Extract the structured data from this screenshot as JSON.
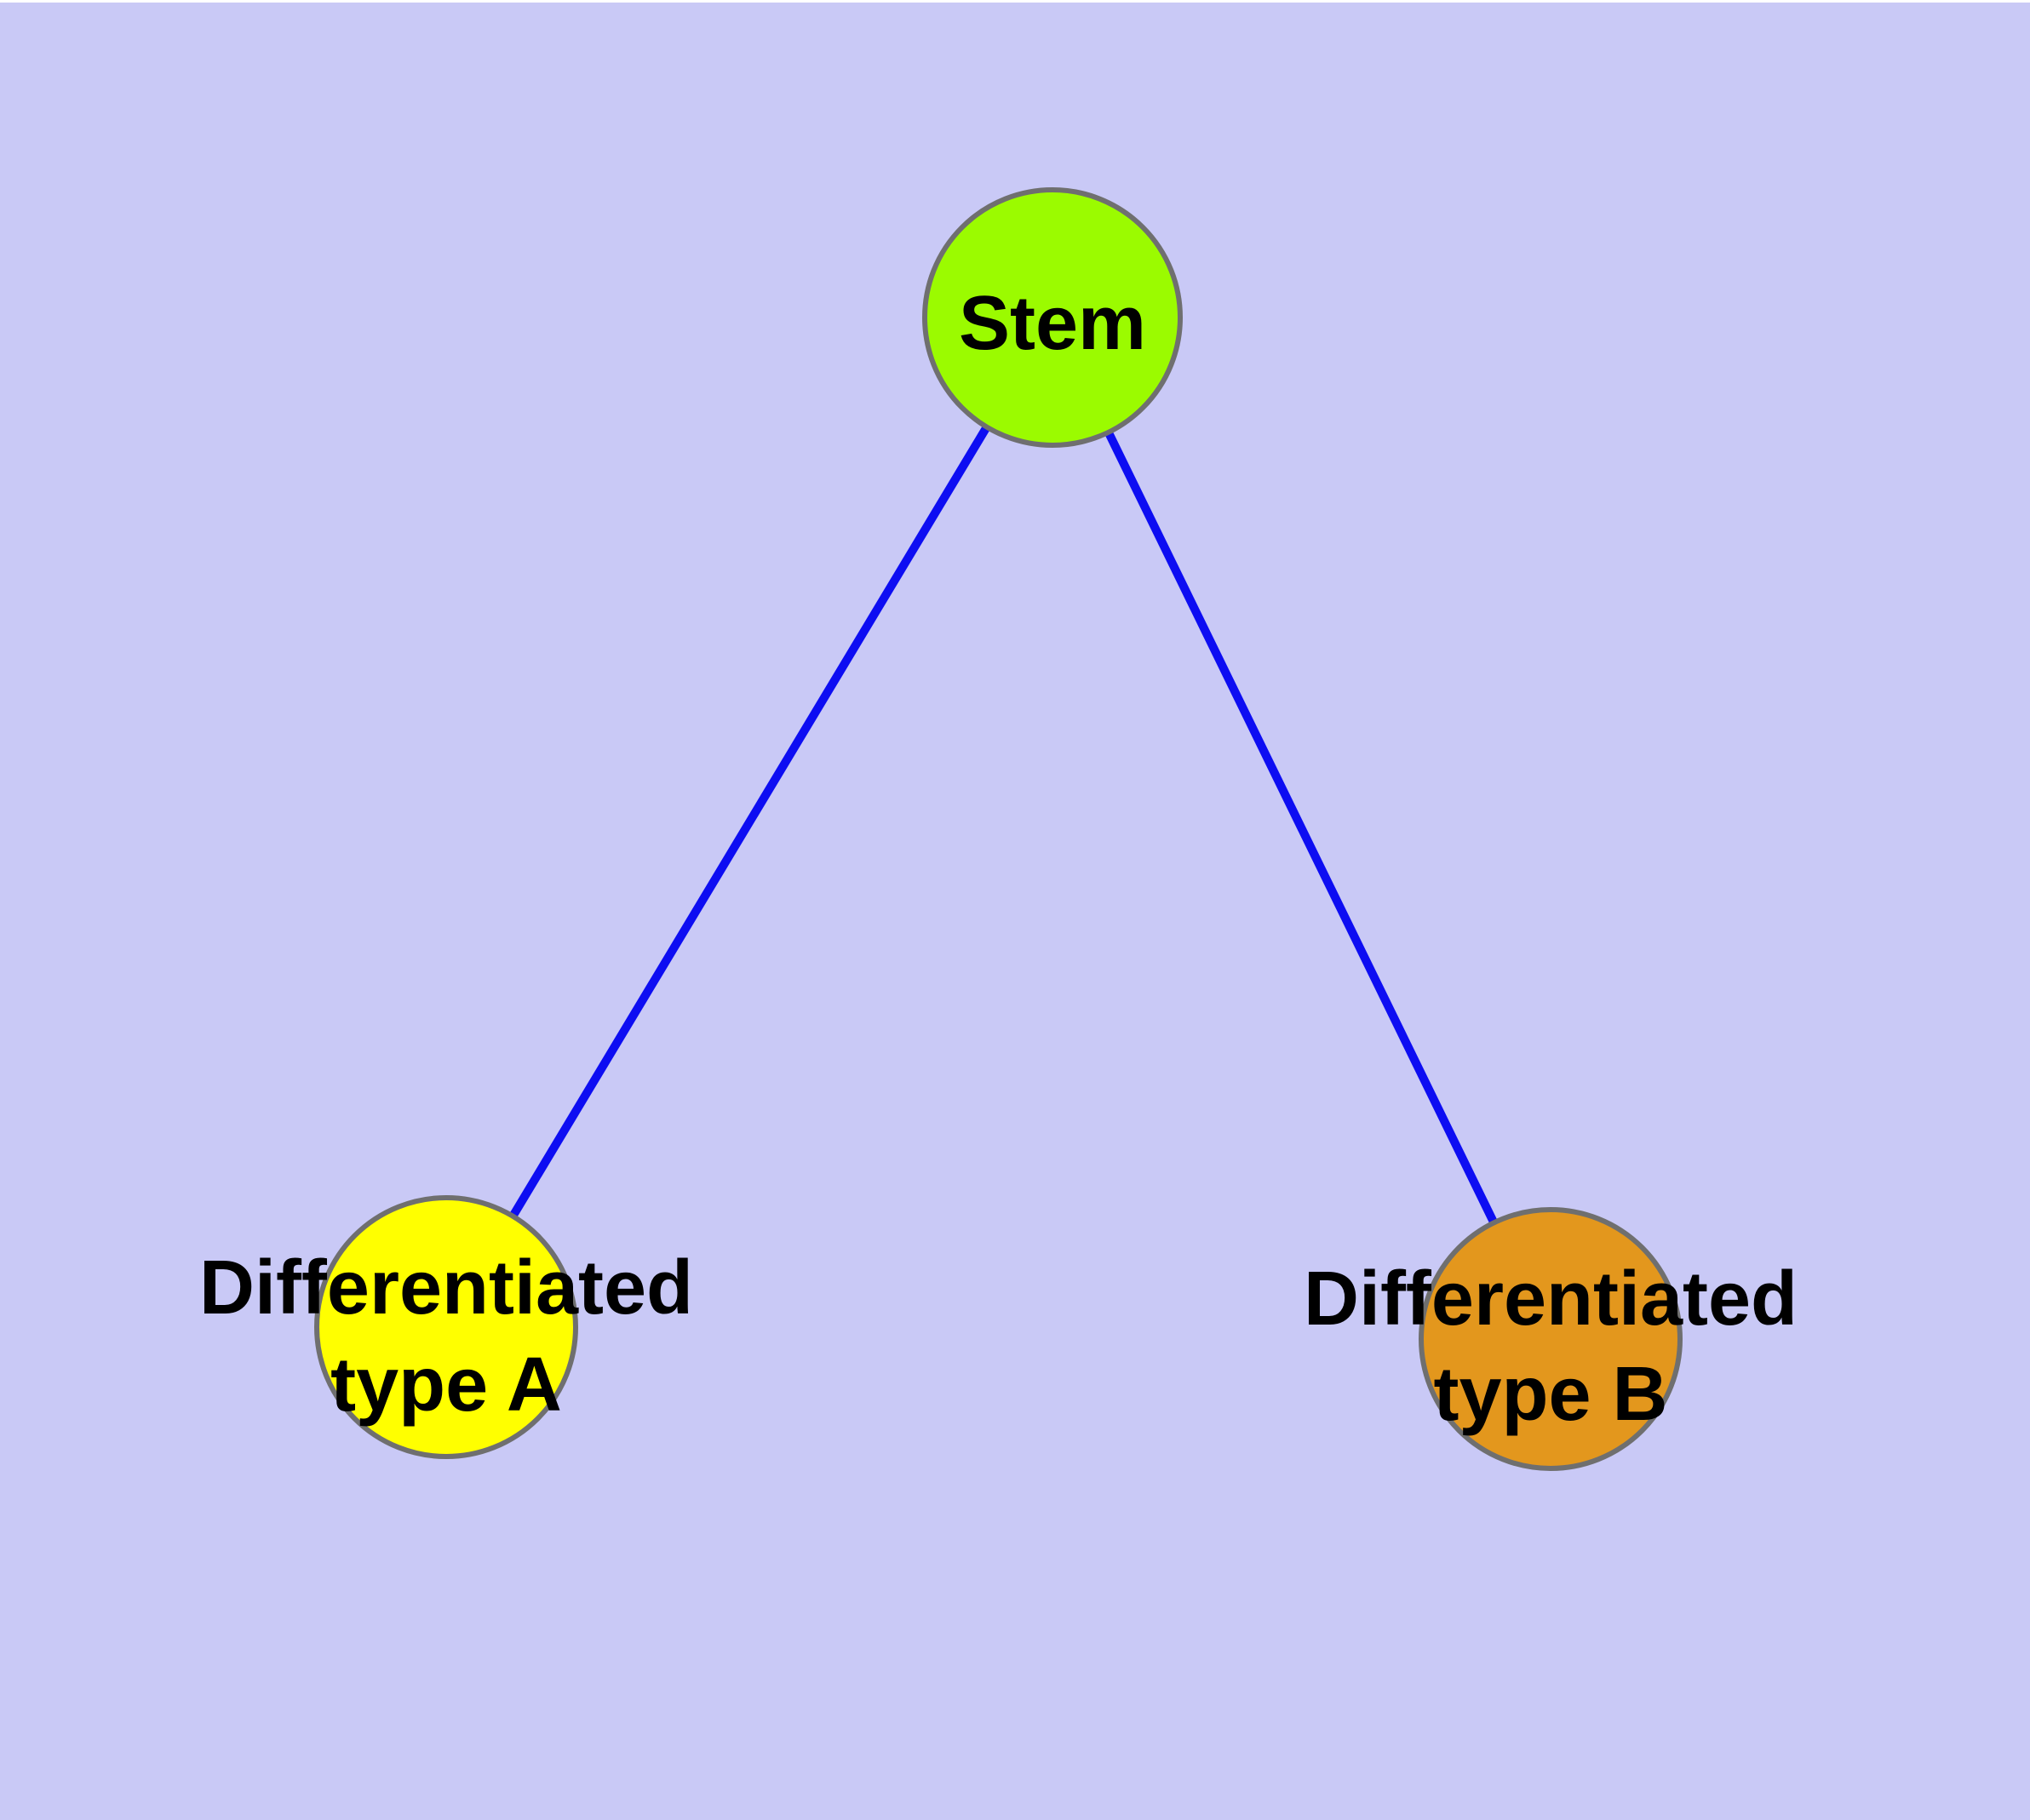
{
  "diagram": {
    "type": "node-link-graph",
    "background_color": "#c9c9f6",
    "edge_color": "#0d0df2",
    "node_border_color": "#6f6f6f",
    "label_color": "#000000",
    "nodes": [
      {
        "id": "stem",
        "label": "Stem",
        "lines": [
          "Stem"
        ],
        "color": "#9bfb00"
      },
      {
        "id": "differentiated-type-a",
        "label": "Differentiated type A",
        "lines": [
          "Differentiated",
          "type A"
        ],
        "color": "#ffff00"
      },
      {
        "id": "differentiated-type-b",
        "label": "Differentiated type B",
        "lines": [
          "Differentiated",
          "type B"
        ],
        "color": "#e3971d"
      }
    ],
    "edges": [
      {
        "from": "Stem",
        "to": "Differentiated type A"
      },
      {
        "from": "Stem",
        "to": "Differentiated type B"
      }
    ]
  }
}
